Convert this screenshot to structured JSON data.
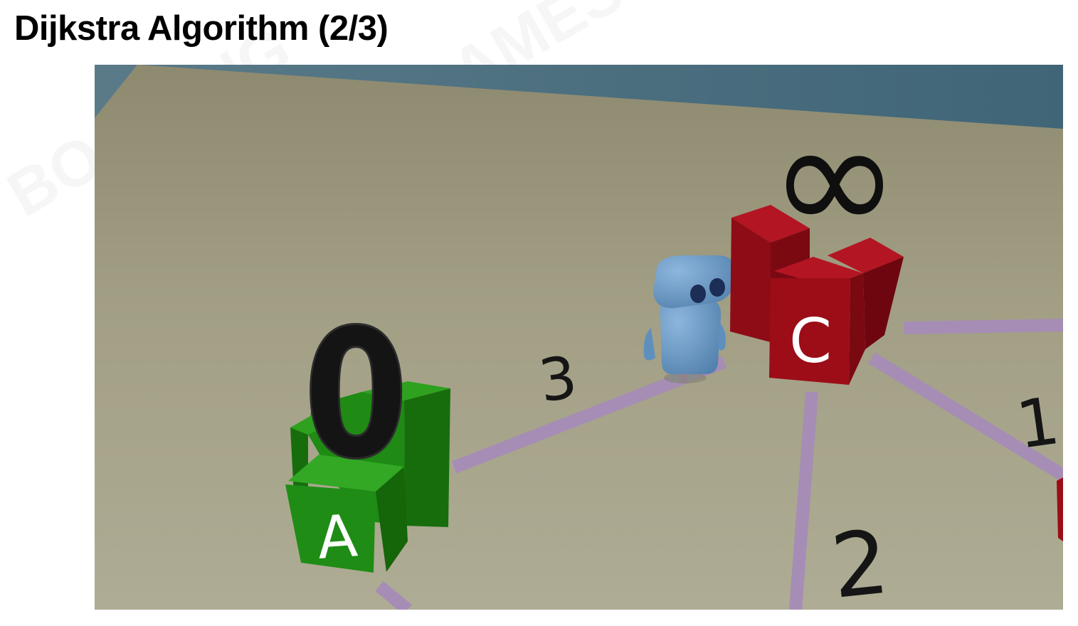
{
  "slide": {
    "title": "Dijkstra Algorithm (2/3)"
  },
  "scene": {
    "nodes": [
      {
        "label": "A",
        "distance": "0",
        "color": "#1e8a12"
      },
      {
        "label": "C",
        "distance": "∞",
        "color": "#9c0d17"
      }
    ],
    "edge_weights": [
      "3",
      "2",
      "1"
    ],
    "colors": {
      "floor": "#a9a78d",
      "edge": "#a68db5",
      "wall": "#4d6d7e",
      "agent": "#6e9cc6"
    }
  }
}
